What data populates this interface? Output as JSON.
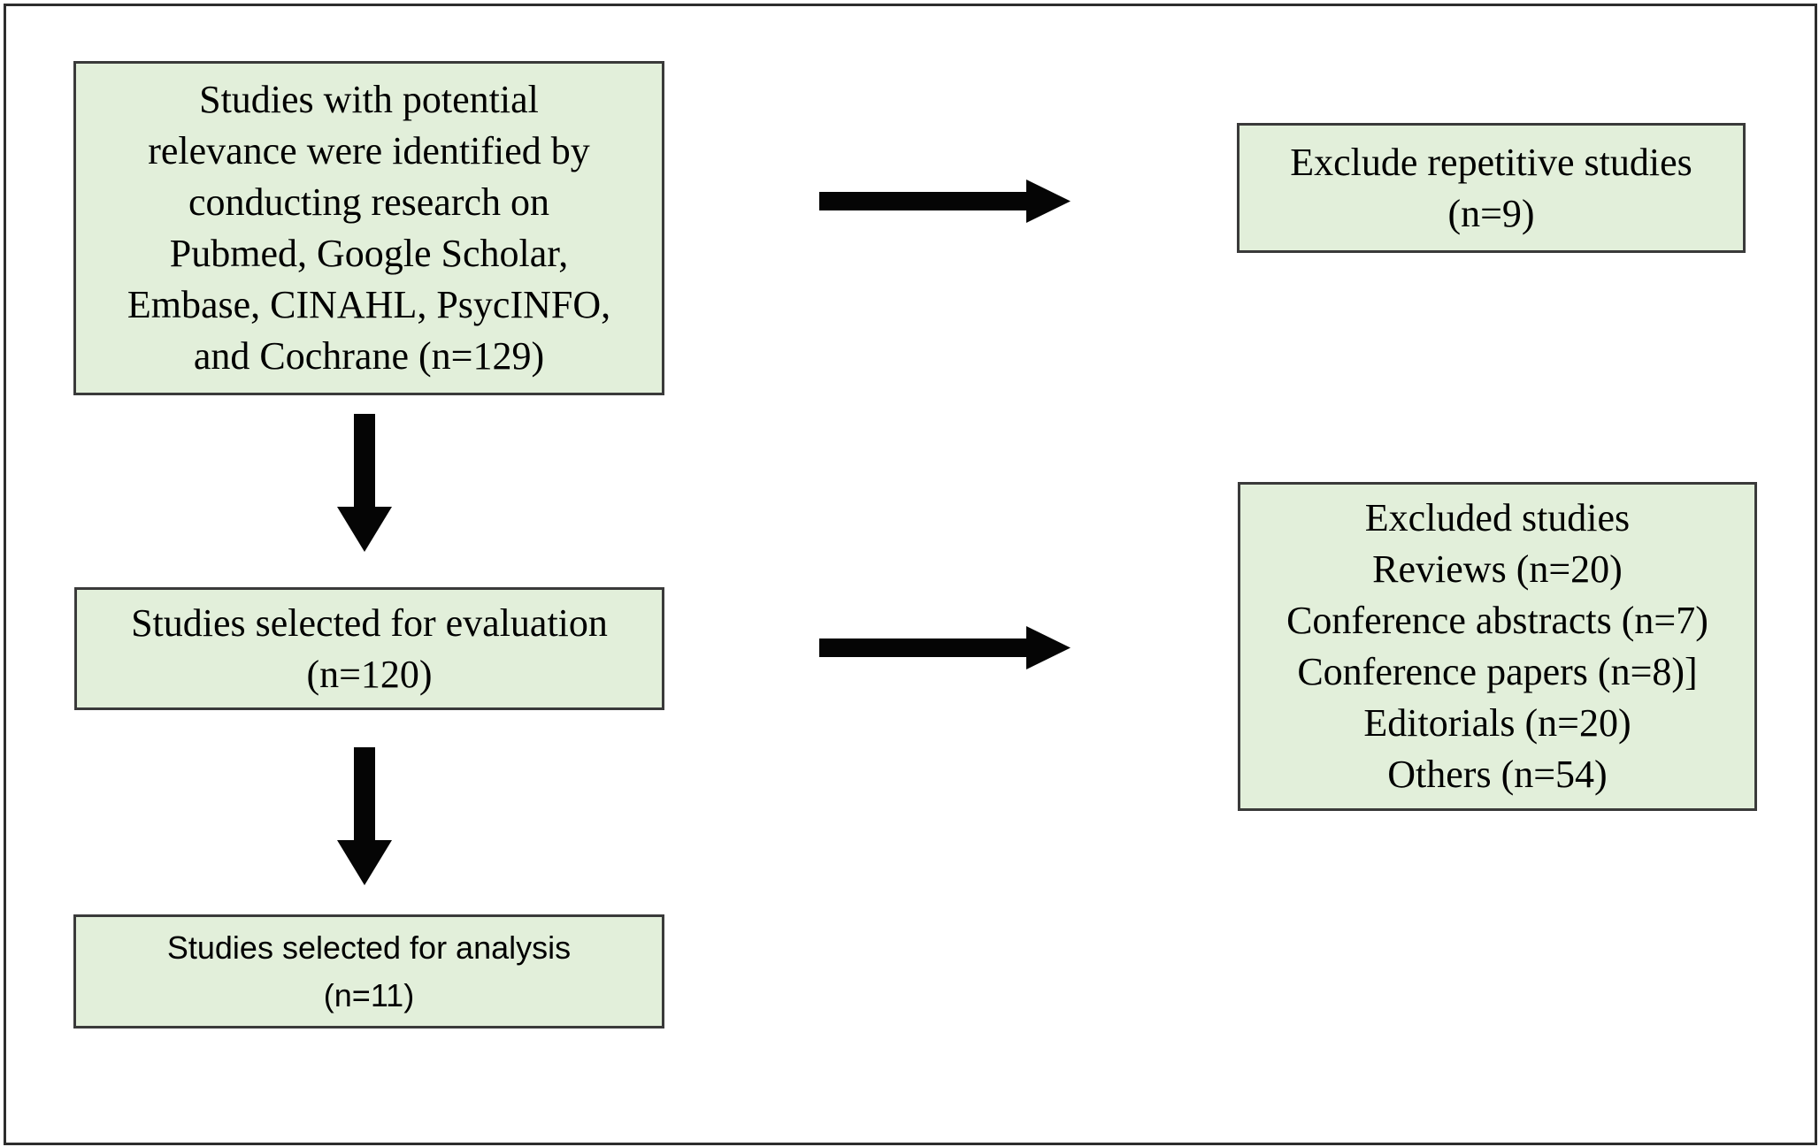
{
  "diagram": {
    "colors": {
      "background": "#ffffff",
      "frame_border": "#2d2d2d",
      "box_fill": "#e2efda",
      "box_border": "#3a3a3a",
      "arrow": "#050505",
      "text": "#000000"
    },
    "boxes": {
      "identification": {
        "lines": [
          "Studies with potential",
          "relevance were identified by",
          "conducting research on",
          "Pubmed, Google Scholar,",
          "Embase, CINAHL, PsycINFO,",
          "and Cochrane (n=129)"
        ]
      },
      "exclude_repetitive": {
        "lines": [
          "Exclude repetitive studies",
          "(n=9)"
        ]
      },
      "evaluation": {
        "lines": [
          "Studies selected for evaluation",
          "(n=120)"
        ]
      },
      "excluded_studies": {
        "lines": [
          "Excluded studies",
          "Reviews (n=20)",
          "Conference abstracts (n=7)",
          "Conference papers (n=8)]",
          "Editorials (n=20)",
          "Others (n=54)"
        ]
      },
      "analysis": {
        "lines": [
          "Studies selected for analysis",
          "(n=11)"
        ]
      }
    },
    "arrow_icons": [
      "arrow-right-icon",
      "arrow-down-icon",
      "arrow-right-icon",
      "arrow-down-icon"
    ]
  }
}
